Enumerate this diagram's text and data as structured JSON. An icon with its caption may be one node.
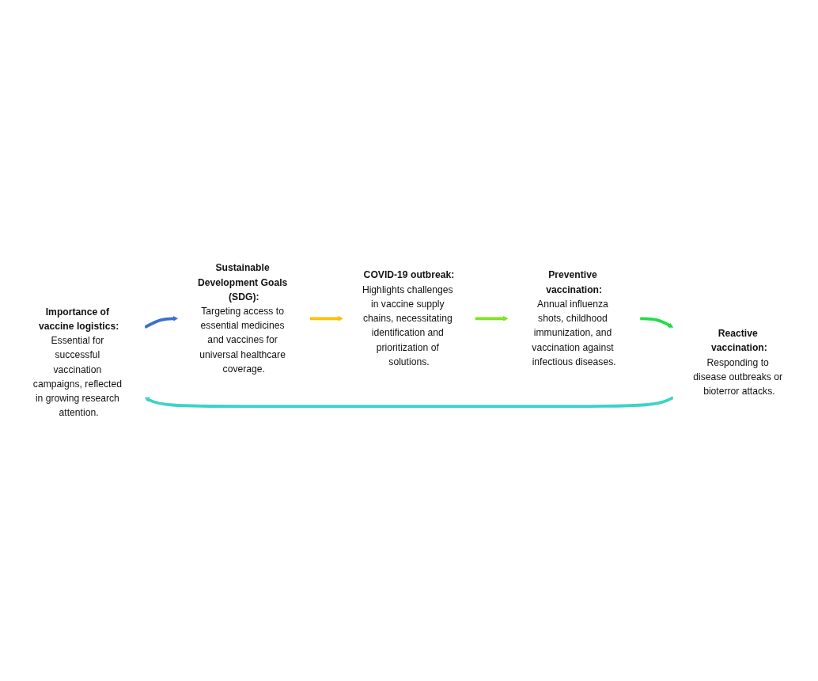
{
  "diagram": {
    "nodes": [
      {
        "text": [
          "Importance of vaccine logistics:",
          "Essential for successful vaccination campaigns, reflected in growing research attention."
        ]
      },
      {
        "text": [
          "Sustainable Development Goals (SDG):",
          "Targeting access to essential medicines and vaccines for universal healthcare coverage."
        ]
      },
      {
        "text": [
          "COVID-19 outbreak:",
          "Highlights challenges in vaccine supply chains, necessitating identification and prioritization of solutions."
        ]
      },
      {
        "text": [
          "Preventive vaccination:",
          "Annual influenza shots, childhood immunization, and vaccination against infectious diseases."
        ]
      },
      {
        "text": [
          "Reactive vaccination:",
          "Responding to disease outbreaks or bioterror attacks."
        ]
      }
    ],
    "edges": [
      {
        "from": 0,
        "to": 1,
        "arrow": "to",
        "color": "#3d6fcf"
      },
      {
        "from": 1,
        "to": 2,
        "arrow": "to",
        "color": "#ffbf00"
      },
      {
        "from": 2,
        "to": 3,
        "arrow": "to",
        "color": "#7ee51e"
      },
      {
        "from": 3,
        "to": 4,
        "arrow": "to",
        "color": "#22dd4a"
      },
      {
        "from": 4,
        "to": 0,
        "arrow": "to",
        "color": "#3cd3c8"
      }
    ]
  }
}
